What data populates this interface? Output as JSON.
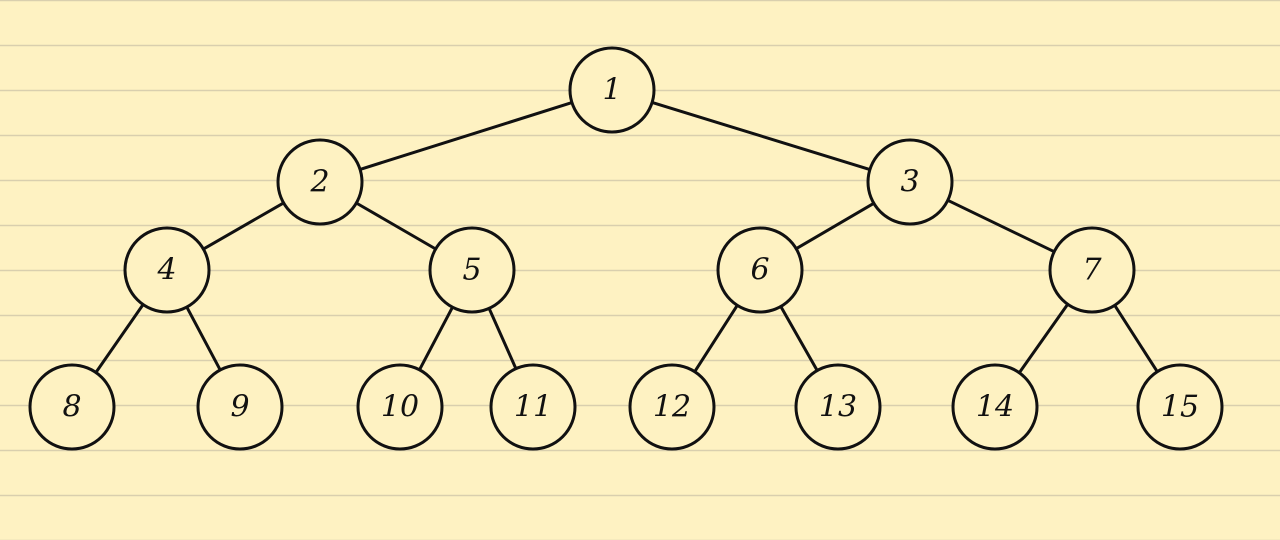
{
  "colors": {
    "paper": "#fef2c2",
    "ruled_line": "#d8ccA8",
    "ink": "#111111",
    "node_fill": "#fef2c2"
  },
  "tree": {
    "nodes": [
      {
        "id": "n1",
        "label": "1",
        "level": 0,
        "slot": 0
      },
      {
        "id": "n2",
        "label": "2",
        "level": 1,
        "slot": 0
      },
      {
        "id": "n3",
        "label": "3",
        "level": 1,
        "slot": 1
      },
      {
        "id": "n4",
        "label": "4",
        "level": 2,
        "slot": 0
      },
      {
        "id": "n5",
        "label": "5",
        "level": 2,
        "slot": 1
      },
      {
        "id": "n6",
        "label": "6",
        "level": 2,
        "slot": 2
      },
      {
        "id": "n7",
        "label": "7",
        "level": 2,
        "slot": 3
      },
      {
        "id": "n8",
        "label": "8",
        "level": 3,
        "slot": 0
      },
      {
        "id": "n9",
        "label": "9",
        "level": 3,
        "slot": 1
      },
      {
        "id": "n10",
        "label": "10",
        "level": 3,
        "slot": 2
      },
      {
        "id": "n11",
        "label": "11",
        "level": 3,
        "slot": 3
      },
      {
        "id": "n12",
        "label": "12",
        "level": 3,
        "slot": 4
      },
      {
        "id": "n13",
        "label": "13",
        "level": 3,
        "slot": 5
      },
      {
        "id": "n14",
        "label": "14",
        "level": 3,
        "slot": 6
      },
      {
        "id": "n15",
        "label": "15",
        "level": 3,
        "slot": 7
      }
    ],
    "edges": [
      {
        "from": "n1",
        "to": "n2"
      },
      {
        "from": "n1",
        "to": "n3"
      },
      {
        "from": "n2",
        "to": "n4"
      },
      {
        "from": "n2",
        "to": "n5"
      },
      {
        "from": "n3",
        "to": "n6"
      },
      {
        "from": "n3",
        "to": "n7"
      },
      {
        "from": "n4",
        "to": "n8"
      },
      {
        "from": "n4",
        "to": "n9"
      },
      {
        "from": "n5",
        "to": "n10"
      },
      {
        "from": "n5",
        "to": "n11"
      },
      {
        "from": "n6",
        "to": "n12"
      },
      {
        "from": "n6",
        "to": "n13"
      },
      {
        "from": "n7",
        "to": "n14"
      },
      {
        "from": "n7",
        "to": "n15"
      }
    ]
  }
}
